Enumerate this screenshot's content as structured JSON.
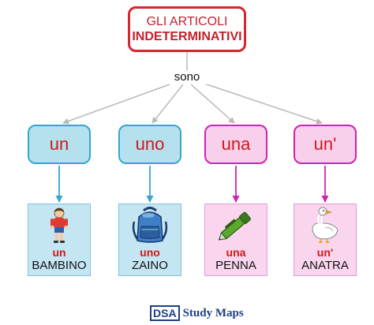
{
  "title": {
    "line1": "GLI ARTICOLI",
    "line2": "INDETERMINATIVI"
  },
  "linker": "sono",
  "articles": [
    {
      "label": "un",
      "example_article": "un",
      "example_noun": "BAMBINO",
      "picture": "child-icon",
      "group": "masculine"
    },
    {
      "label": "uno",
      "example_article": "uno",
      "example_noun": "ZAINO",
      "picture": "backpack-icon",
      "group": "masculine"
    },
    {
      "label": "una",
      "example_article": "una",
      "example_noun": "PENNA",
      "picture": "pen-icon",
      "group": "feminine"
    },
    {
      "label": "un'",
      "example_article": "un'",
      "example_noun": "ANATRA",
      "picture": "duck-icon",
      "group": "feminine"
    }
  ],
  "footer": {
    "badge": "DSA",
    "text": "Study Maps"
  },
  "colors": {
    "title_border": "#d6262e",
    "text_red": "#d11818",
    "blue_border": "#36a5cf",
    "blue_fill": "#b5e1ef",
    "pink_border": "#d321b3",
    "pink_fill": "#f9d0ec",
    "grey_arrow": "#b8b8b8",
    "brand": "#1f3f86"
  }
}
